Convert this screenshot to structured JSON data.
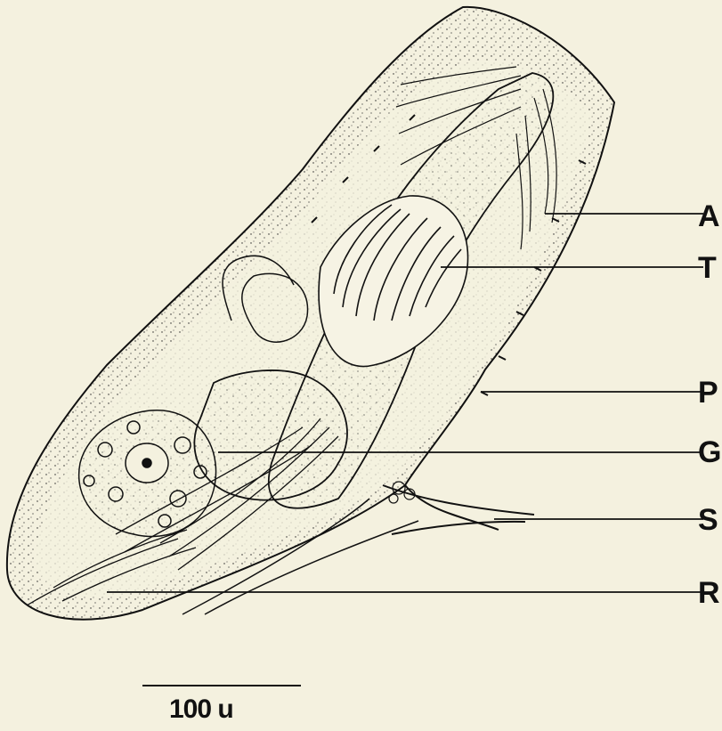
{
  "figure": {
    "labels": {
      "A": "A",
      "T": "T",
      "P": "P",
      "G": "G",
      "S": "S",
      "R": "R"
    },
    "scale_bar": "100 u",
    "colors": {
      "background": "#f4f1df",
      "ink": "#111111"
    }
  }
}
